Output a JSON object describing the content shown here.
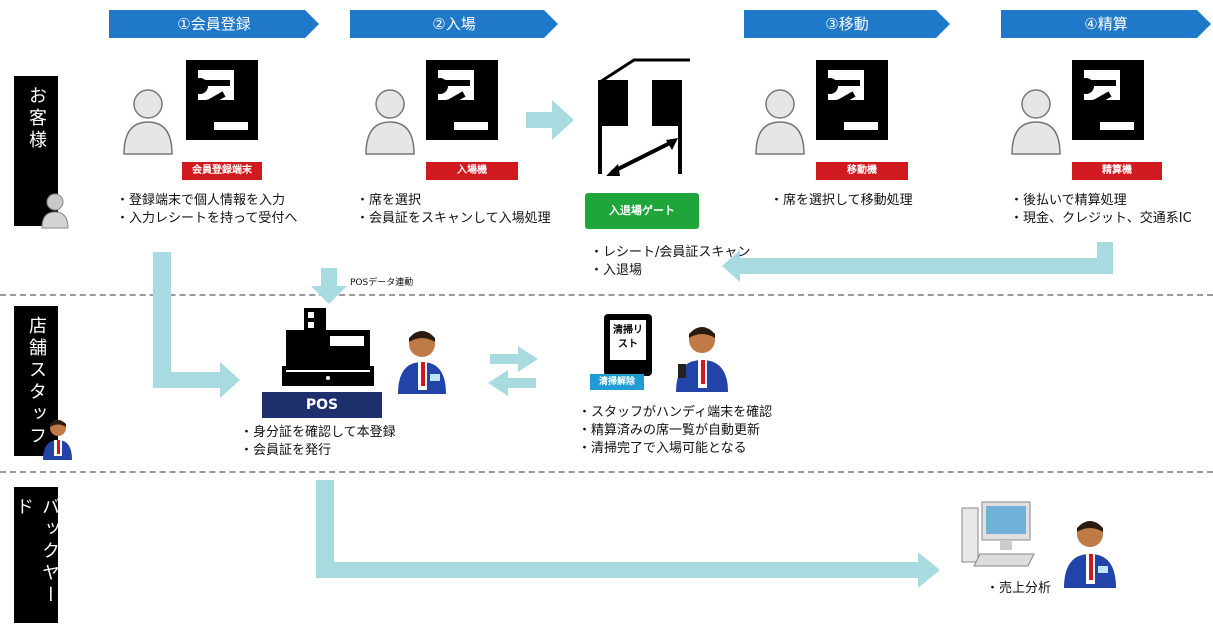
{
  "steps": [
    {
      "label": "①会員登録"
    },
    {
      "label": "②入場"
    },
    {
      "label": "③移動"
    },
    {
      "label": "④精算"
    }
  ],
  "lanes": {
    "customer": "お客様",
    "staff": "店舗スタッフ",
    "backyard": "バックヤード"
  },
  "tags": {
    "register_terminal": "会員登録端末",
    "entry_terminal": "入場機",
    "move_terminal": "移動機",
    "settle_terminal": "精算機",
    "gate": "入退場ゲート",
    "pos": "POS",
    "cleaning": "清掃解除",
    "tablet_text": "清掃リスト"
  },
  "notes": {
    "register": [
      "・登録端末で個人情報を入力",
      "・入力レシートを持って受付へ"
    ],
    "entry": [
      "・席を選択",
      "・会員証をスキャンして入場処理"
    ],
    "gate": [
      "・レシート/会員証スキャン",
      "・入退場"
    ],
    "move": [
      "・席を選択して移動処理"
    ],
    "settle": [
      "・後払いで精算処理",
      "・現金、クレジット、交通系IC"
    ],
    "pos": [
      "・身分証を確認して本登録",
      "・会員証を発行"
    ],
    "staff": [
      "・スタッフがハンディ端末を確認",
      "・精算済みの席一覧が自動更新",
      "・清掃完了で入場可能となる"
    ],
    "backyard": [
      "・売上分析"
    ]
  },
  "pos_link_label": "POSデータ連動",
  "colors": {
    "step_blue": "#1f78c8",
    "flow_arrow": "#a8dbe0",
    "tag_red": "#d11a20",
    "gate_green": "#1fa53a",
    "pos_navy": "#1e2f6e",
    "tag_teal": "#1f9bd6"
  }
}
